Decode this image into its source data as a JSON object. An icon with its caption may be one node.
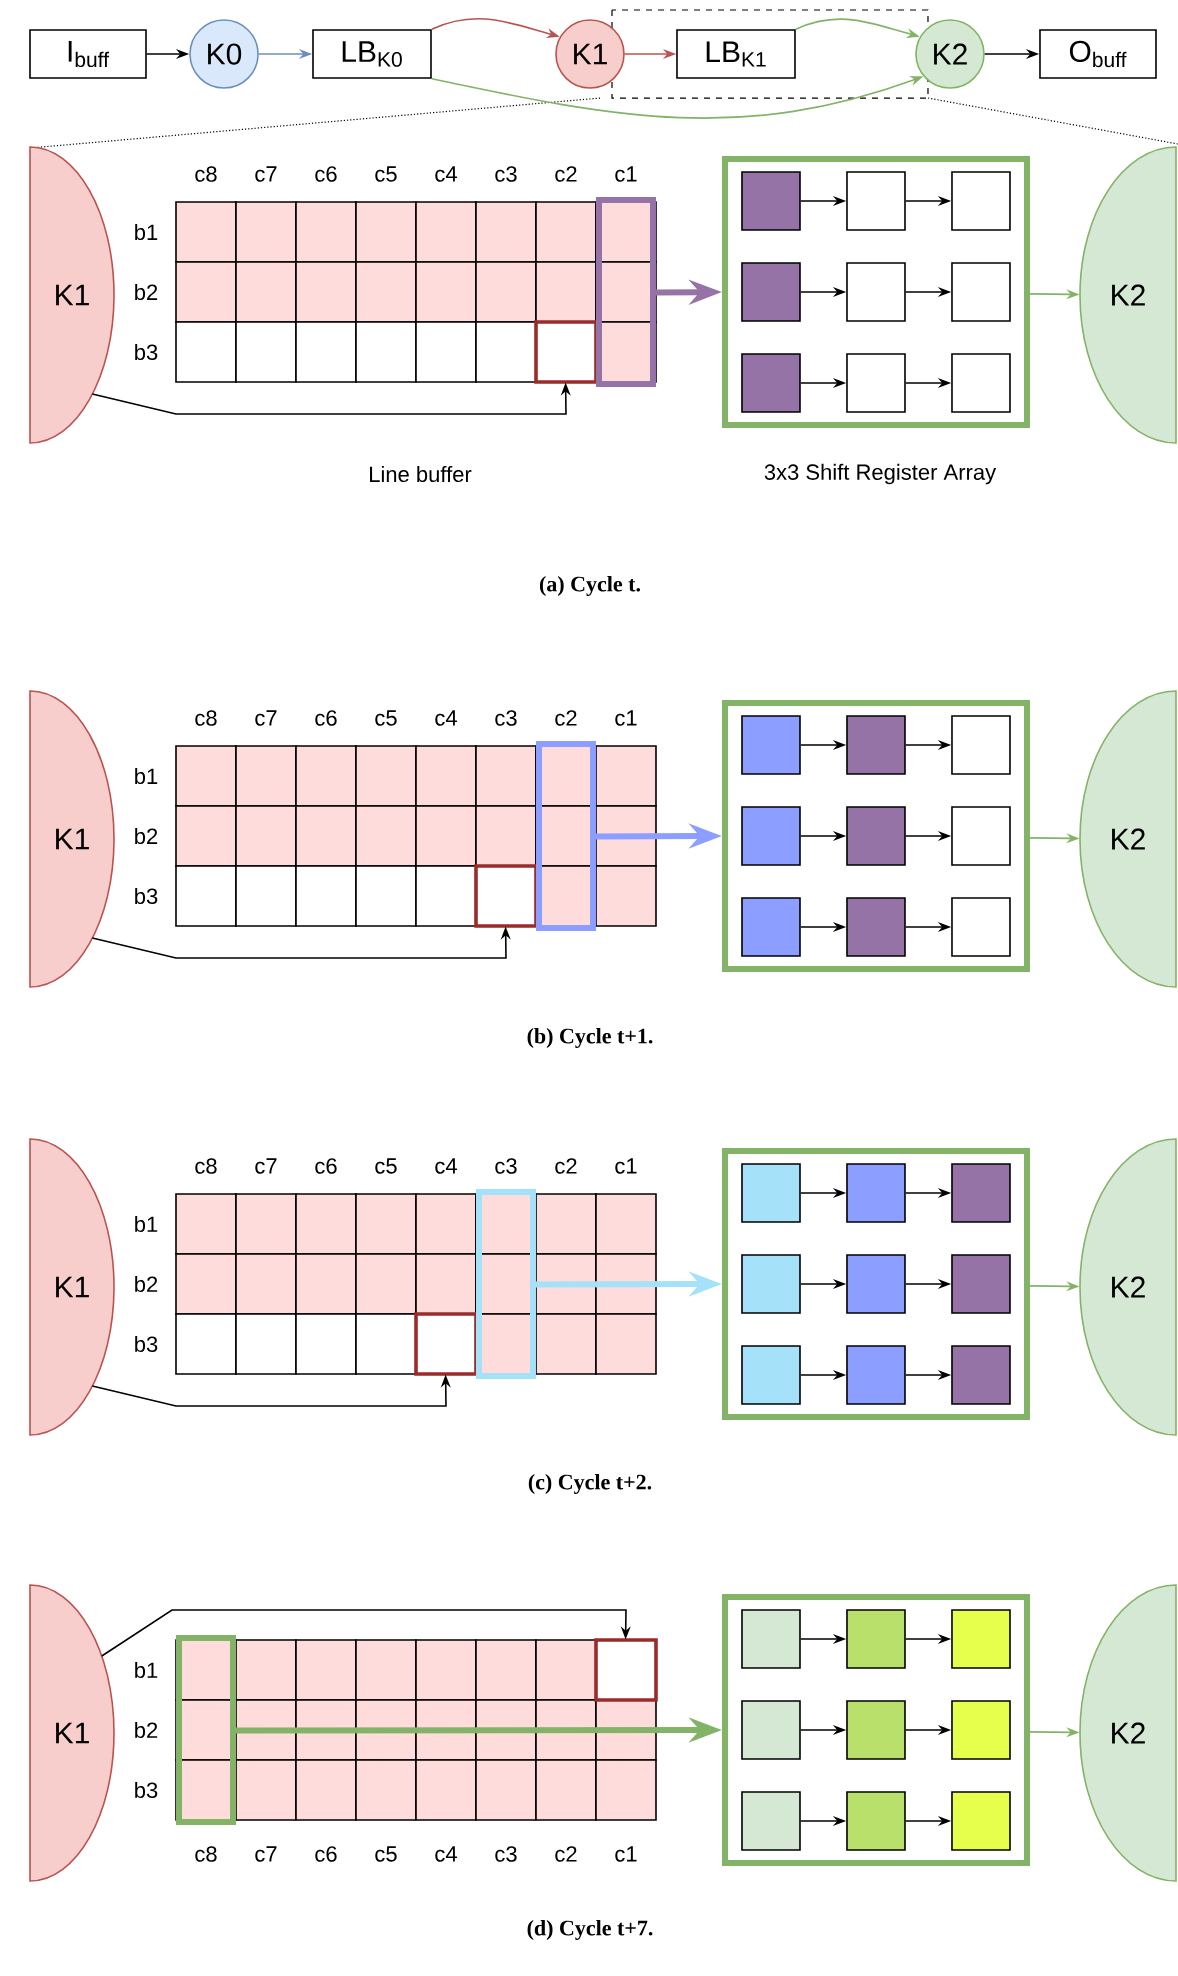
{
  "diagram": {
    "nodes": [
      {
        "text": [
          "I$_{buff}$"
        ]
      },
      {
        "text": [
          "K0"
        ]
      },
      {
        "text": [
          "LB$_{K0}$"
        ]
      },
      {
        "text": [
          "K1"
        ]
      },
      {
        "text": [
          "LB$_{K1}$"
        ]
      },
      {
        "text": [
          "K2"
        ]
      },
      {
        "text": [
          "O$_{buff}$"
        ]
      },
      {
        "text": [
          "K1"
        ]
      },
      {
        "text": [],
        "shape": "grid",
        "beside": [
          "Line buffer"
        ]
      },
      {
        "text": [],
        "shape": "box",
        "beside": [
          "3x3 Shift Register Array"
        ]
      },
      {
        "text": [],
        "shape": "box",
        "in": 9
      },
      {
        "text": [],
        "shape": "box",
        "in": 9
      },
      {
        "text": [],
        "shape": "box",
        "in": 9
      },
      {
        "text": [],
        "shape": "box",
        "in": 9
      },
      {
        "text": [],
        "shape": "box",
        "in": 9
      },
      {
        "text": [],
        "shape": "box",
        "in": 9
      },
      {
        "text": [],
        "shape": "box",
        "in": 9
      },
      {
        "text": [],
        "shape": "box",
        "in": 9
      },
      {
        "text": [],
        "shape": "box",
        "in": 9
      },
      {
        "text": [
          "K2"
        ]
      },
      {
        "text": [
          "K1"
        ]
      },
      {
        "text": [],
        "shape": "grid"
      },
      {
        "text": [],
        "shape": "box"
      },
      {
        "text": [],
        "shape": "box",
        "in": 22
      },
      {
        "text": [],
        "shape": "box",
        "in": 22
      },
      {
        "text": [],
        "shape": "box",
        "in": 22
      },
      {
        "text": [],
        "shape": "box",
        "in": 22
      },
      {
        "text": [],
        "shape": "box",
        "in": 22
      },
      {
        "text": [],
        "shape": "box",
        "in": 22
      },
      {
        "text": [],
        "shape": "box",
        "in": 22
      },
      {
        "text": [],
        "shape": "box",
        "in": 22
      },
      {
        "text": [],
        "shape": "box",
        "in": 22
      },
      {
        "text": [
          "K2"
        ]
      },
      {
        "text": [
          "K1"
        ]
      },
      {
        "text": [],
        "shape": "grid"
      },
      {
        "text": [],
        "shape": "box"
      },
      {
        "text": [],
        "shape": "box",
        "in": 35
      },
      {
        "text": [],
        "shape": "box",
        "in": 35
      },
      {
        "text": [],
        "shape": "box",
        "in": 35
      },
      {
        "text": [],
        "shape": "box",
        "in": 35
      },
      {
        "text": [],
        "shape": "box",
        "in": 35
      },
      {
        "text": [],
        "shape": "box",
        "in": 35
      },
      {
        "text": [],
        "shape": "box",
        "in": 35
      },
      {
        "text": [],
        "shape": "box",
        "in": 35
      },
      {
        "text": [],
        "shape": "box",
        "in": 35
      },
      {
        "text": [
          "K2"
        ]
      },
      {
        "text": [
          "K1"
        ]
      },
      {
        "text": [],
        "shape": "grid"
      },
      {
        "text": [],
        "shape": "box"
      },
      {
        "text": [],
        "shape": "box",
        "in": 48
      },
      {
        "text": [],
        "shape": "box",
        "in": 48
      },
      {
        "text": [],
        "shape": "box",
        "in": 48
      },
      {
        "text": [],
        "shape": "box",
        "in": 48
      },
      {
        "text": [],
        "shape": "box",
        "in": 48
      },
      {
        "text": [],
        "shape": "box",
        "in": 48
      },
      {
        "text": [],
        "shape": "box",
        "in": 48
      },
      {
        "text": [],
        "shape": "box",
        "in": 48
      },
      {
        "text": [],
        "shape": "box",
        "in": 48
      },
      {
        "text": [
          "K2"
        ]
      }
    ],
    "edges": [
      {
        "from": 0,
        "to": 1,
        "arrow": "to"
      },
      {
        "from": 1,
        "to": 2,
        "arrow": "to",
        "color": "#6c8ebf"
      },
      {
        "from": 2,
        "to": 3,
        "arrow": "to",
        "color": "#b85450"
      },
      {
        "from": 3,
        "to": 4,
        "arrow": "to",
        "color": "#b85450"
      },
      {
        "from": 4,
        "to": 5,
        "arrow": "to",
        "color": "#82b366"
      },
      {
        "from": 2,
        "to": 5,
        "arrow": "to",
        "color": "#82b366"
      },
      {
        "from": 5,
        "to": 6,
        "arrow": "to"
      },
      {
        "from": 7,
        "to": 8,
        "arrow": "to"
      },
      {
        "from": 8,
        "to": 9,
        "arrow": "to",
        "style": "thick",
        "color": "#9673a6"
      },
      {
        "from": 10,
        "to": 11,
        "arrow": "to"
      },
      {
        "from": 11,
        "to": 12,
        "arrow": "to"
      },
      {
        "from": 13,
        "to": 14,
        "arrow": "to"
      },
      {
        "from": 14,
        "to": 15,
        "arrow": "to"
      },
      {
        "from": 16,
        "to": 17,
        "arrow": "to"
      },
      {
        "from": 17,
        "to": 18,
        "arrow": "to"
      },
      {
        "from": 9,
        "to": 19,
        "arrow": "to",
        "color": "#82b366"
      },
      {
        "from": 20,
        "to": 21,
        "arrow": "to"
      },
      {
        "from": 21,
        "to": 22,
        "arrow": "to",
        "style": "thick",
        "color": "#8c9eff"
      },
      {
        "from": 23,
        "to": 24,
        "arrow": "to"
      },
      {
        "from": 24,
        "to": 25,
        "arrow": "to"
      },
      {
        "from": 26,
        "to": 27,
        "arrow": "to"
      },
      {
        "from": 27,
        "to": 28,
        "arrow": "to"
      },
      {
        "from": 29,
        "to": 30,
        "arrow": "to"
      },
      {
        "from": 30,
        "to": 31,
        "arrow": "to"
      },
      {
        "from": 22,
        "to": 32,
        "arrow": "to",
        "color": "#82b366"
      },
      {
        "from": 33,
        "to": 34,
        "arrow": "to"
      },
      {
        "from": 34,
        "to": 35,
        "arrow": "to",
        "style": "thick",
        "color": "#a6e1fa"
      },
      {
        "from": 36,
        "to": 37,
        "arrow": "to"
      },
      {
        "from": 37,
        "to": 38,
        "arrow": "to"
      },
      {
        "from": 39,
        "to": 40,
        "arrow": "to"
      },
      {
        "from": 40,
        "to": 41,
        "arrow": "to"
      },
      {
        "from": 42,
        "to": 43,
        "arrow": "to"
      },
      {
        "from": 43,
        "to": 44,
        "arrow": "to"
      },
      {
        "from": 35,
        "to": 45,
        "arrow": "to",
        "color": "#82b366"
      },
      {
        "from": 46,
        "to": 47,
        "arrow": "to"
      },
      {
        "from": 47,
        "to": 48,
        "arrow": "to",
        "style": "thick",
        "color": "#82b366"
      },
      {
        "from": 49,
        "to": 50,
        "arrow": "to"
      },
      {
        "from": 50,
        "to": 51,
        "arrow": "to"
      },
      {
        "from": 52,
        "to": 53,
        "arrow": "to"
      },
      {
        "from": 53,
        "to": 54,
        "arrow": "to"
      },
      {
        "from": 55,
        "to": 56,
        "arrow": "to"
      },
      {
        "from": 56,
        "to": 57,
        "arrow": "to"
      },
      {
        "from": 48,
        "to": 58,
        "arrow": "to",
        "color": "#82b366"
      }
    ],
    "labels": [
      "c8",
      "c7",
      "c6",
      "c5",
      "c4",
      "c3",
      "c2",
      "c1",
      "b1",
      "b2",
      "b3",
      "(a) Cycle t.",
      "c8",
      "c7",
      "c6",
      "c5",
      "c4",
      "c3",
      "c2",
      "c1",
      "b1",
      "b2",
      "b3",
      "(b) Cycle t+1.",
      "c8",
      "c7",
      "c6",
      "c5",
      "c4",
      "c3",
      "c2",
      "c1",
      "b1",
      "b2",
      "b3",
      "(c) Cycle t+2.",
      "b1",
      "b2",
      "b3",
      "c8",
      "c7",
      "c6",
      "c5",
      "c4",
      "c3",
      "c2",
      "c1",
      "(d) Cycle t+7."
    ]
  }
}
